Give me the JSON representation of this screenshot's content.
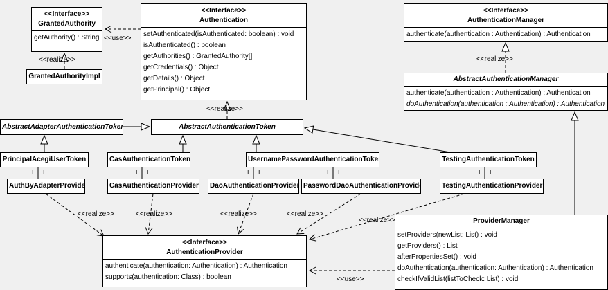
{
  "colors": {
    "background": "#f0f0f0",
    "box_fill": "#ffffff",
    "line": "#000000"
  },
  "labels": {
    "use": "<<use>>",
    "realize": "<<realize>>",
    "plus": "+"
  },
  "classes": {
    "granted_authority": {
      "stereotype": "<<Interface>>",
      "name": "GrantedAuthority",
      "members": [
        "getAuthority() : String"
      ]
    },
    "authentication": {
      "stereotype": "<<Interface>>",
      "name": "Authentication",
      "members": [
        "setAuthenticated(isAuthenticated: boolean) : void",
        "isAuthenticated() : boolean",
        "getAuthorities() : GrantedAuthority[]",
        "getCredentials() : Object",
        "getDetails() : Object",
        "getPrincipal() : Object"
      ]
    },
    "authentication_manager": {
      "stereotype": "<<Interface>>",
      "name": "AuthenticationManager",
      "members": [
        "authenticate(authentication : Authentication) : Authentication"
      ]
    },
    "granted_authority_impl": {
      "name": "GrantedAuthorityImpl"
    },
    "abstract_authentication_manager": {
      "name": "AbstractAuthenticationManager",
      "members": [
        "authenticate(authentication : Authentication) : Authentication",
        "doAuthentication(authentication : Authentication) : Authentication"
      ]
    },
    "abstract_adapter_authentication_token": {
      "name": "AbstractAdapterAuthenticationToken"
    },
    "abstract_authentication_token": {
      "name": "AbstractAuthenticationToken"
    },
    "principal_acegi_user_token": {
      "name": "PrincipalAcegiUserToken"
    },
    "cas_authentication_token": {
      "name": "CasAuthenticationToken"
    },
    "username_password_authentication_token": {
      "name": "UsernamePasswordAuthenticationToken"
    },
    "testing_authentication_token": {
      "name": "TestingAuthenticationToken"
    },
    "auth_by_adapter_provider": {
      "name": "AuthByAdapterProvider"
    },
    "cas_authentication_provider": {
      "name": "CasAuthenticationProvider"
    },
    "dao_authentication_provider": {
      "name": "DaoAuthenticationProvider"
    },
    "password_dao_authentication_provider": {
      "name": "PasswordDaoAuthenticationProvider"
    },
    "testing_authentication_provider": {
      "name": "TestingAuthenticationProvider"
    },
    "authentication_provider": {
      "stereotype": "<<Interface>>",
      "name": "AuthenticationProvider",
      "members": [
        "authenticate(authentication: Authentication) : Authentication",
        "supports(authentication: Class) : boolean"
      ]
    },
    "provider_manager": {
      "name": "ProviderManager",
      "members": [
        "setProviders(newList: List) : void",
        "getProviders() : List",
        "afterPropertiesSet() : void",
        "doAuthentication(authentication: Authentication) : Authentication",
        "checkIfValidList(listToCheck: List) : void"
      ]
    }
  },
  "relationships": [
    {
      "type": "use",
      "from": "Authentication",
      "to": "GrantedAuthority",
      "label": "<<use>>"
    },
    {
      "type": "realize",
      "from": "GrantedAuthorityImpl",
      "to": "GrantedAuthority",
      "label": "<<realize>>"
    },
    {
      "type": "realize",
      "from": "AbstractAuthenticationToken",
      "to": "Authentication",
      "label": "<<realize>>"
    },
    {
      "type": "generalize",
      "from": "AbstractAdapterAuthenticationToken",
      "to": "AbstractAuthenticationToken"
    },
    {
      "type": "generalize",
      "from": "PrincipalAcegiUserToken",
      "to": "AbstractAdapterAuthenticationToken"
    },
    {
      "type": "generalize",
      "from": "CasAuthenticationToken",
      "to": "AbstractAuthenticationToken"
    },
    {
      "type": "generalize",
      "from": "UsernamePasswordAuthenticationToken",
      "to": "AbstractAuthenticationToken"
    },
    {
      "type": "generalize",
      "from": "TestingAuthenticationToken",
      "to": "AbstractAuthenticationToken"
    },
    {
      "type": "realize",
      "from": "AbstractAuthenticationManager",
      "to": "AuthenticationManager",
      "label": "<<realize>>"
    },
    {
      "type": "generalize",
      "from": "ProviderManager",
      "to": "AbstractAuthenticationManager"
    },
    {
      "type": "realize",
      "from": "AuthByAdapterProvider",
      "to": "AuthenticationProvider",
      "label": "<<realize>>"
    },
    {
      "type": "realize",
      "from": "CasAuthenticationProvider",
      "to": "AuthenticationProvider",
      "label": "<<realize>>"
    },
    {
      "type": "realize",
      "from": "DaoAuthenticationProvider",
      "to": "AuthenticationProvider",
      "label": "<<realize>>"
    },
    {
      "type": "realize",
      "from": "PasswordDaoAuthenticationProvider",
      "to": "AuthenticationProvider",
      "label": "<<realize>>"
    },
    {
      "type": "realize",
      "from": "TestingAuthenticationProvider",
      "to": "AuthenticationProvider",
      "label": "<<realize>>"
    },
    {
      "type": "use",
      "from": "ProviderManager",
      "to": "AuthenticationProvider",
      "label": "<<use>>"
    },
    {
      "type": "association",
      "from": "PrincipalAcegiUserToken",
      "to": "AuthByAdapterProvider",
      "end_labels": [
        "+",
        "+"
      ]
    },
    {
      "type": "association",
      "from": "CasAuthenticationToken",
      "to": "CasAuthenticationProvider",
      "end_labels": [
        "+",
        "+"
      ]
    },
    {
      "type": "association",
      "from": "UsernamePasswordAuthenticationToken",
      "to": "DaoAuthenticationProvider",
      "end_labels": [
        "+",
        "+"
      ]
    },
    {
      "type": "association",
      "from": "UsernamePasswordAuthenticationToken",
      "to": "PasswordDaoAuthenticationProvider",
      "end_labels": [
        "+",
        "+"
      ]
    },
    {
      "type": "association",
      "from": "TestingAuthenticationToken",
      "to": "TestingAuthenticationProvider",
      "end_labels": [
        "+",
        "+"
      ]
    }
  ]
}
